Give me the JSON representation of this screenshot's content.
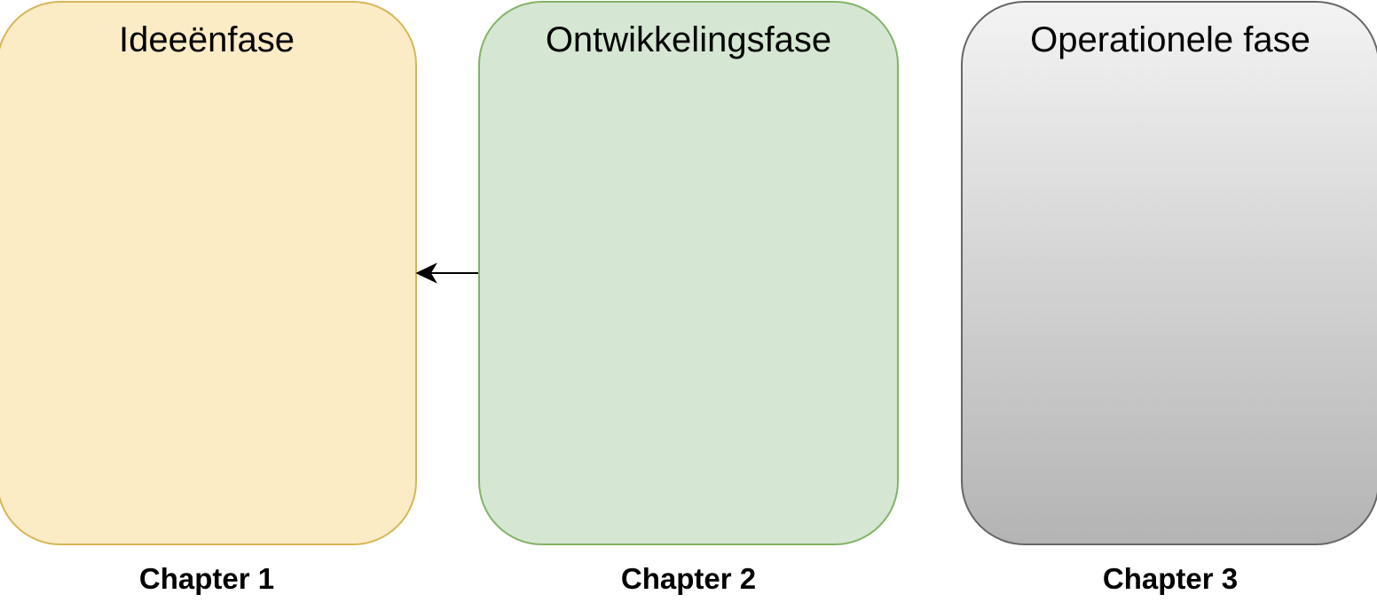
{
  "phases": [
    {
      "title": "Ideeënfase",
      "chapter": "Chapter 1",
      "fill": "#fbecc6",
      "stroke": "#d6b656"
    },
    {
      "title": "Ontwikkelingsfase",
      "chapter": "Chapter 2",
      "fill": "#d5e7d3",
      "stroke": "#82b366"
    },
    {
      "title": "Operationele fase",
      "chapter": "Chapter 3",
      "fill": "gradient #f3f3f3 → #b4b4b4",
      "stroke": "#666666"
    }
  ],
  "connector": {
    "from": "Ontwikkelingsfase",
    "to": "Ideeënfase",
    "color": "#000000"
  }
}
